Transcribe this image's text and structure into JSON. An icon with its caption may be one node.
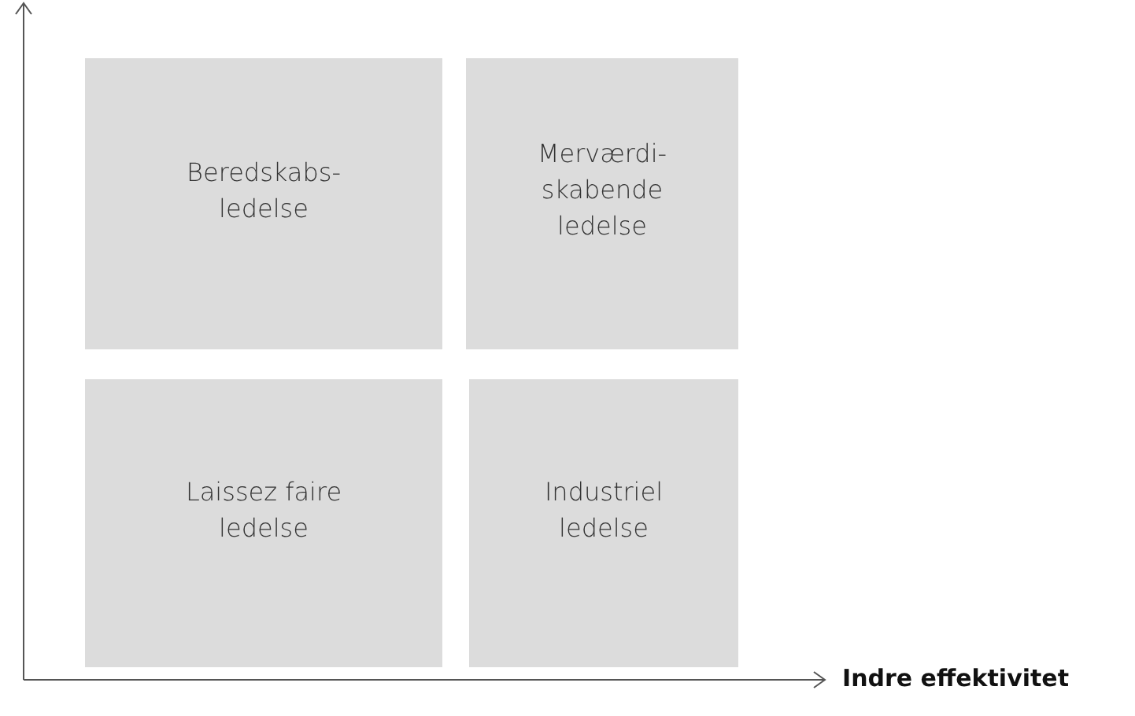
{
  "diagram": {
    "nodes": [
      {
        "text": [
          "Beredskabs- ledelse"
        ]
      },
      {
        "text": [
          "Merværdi- skabende ledelse"
        ]
      },
      {
        "text": [
          "Laissez faire ledelse"
        ]
      },
      {
        "text": [
          "Industriel ledelse"
        ]
      }
    ],
    "labels": [
      "Indre effektivitet"
    ]
  }
}
